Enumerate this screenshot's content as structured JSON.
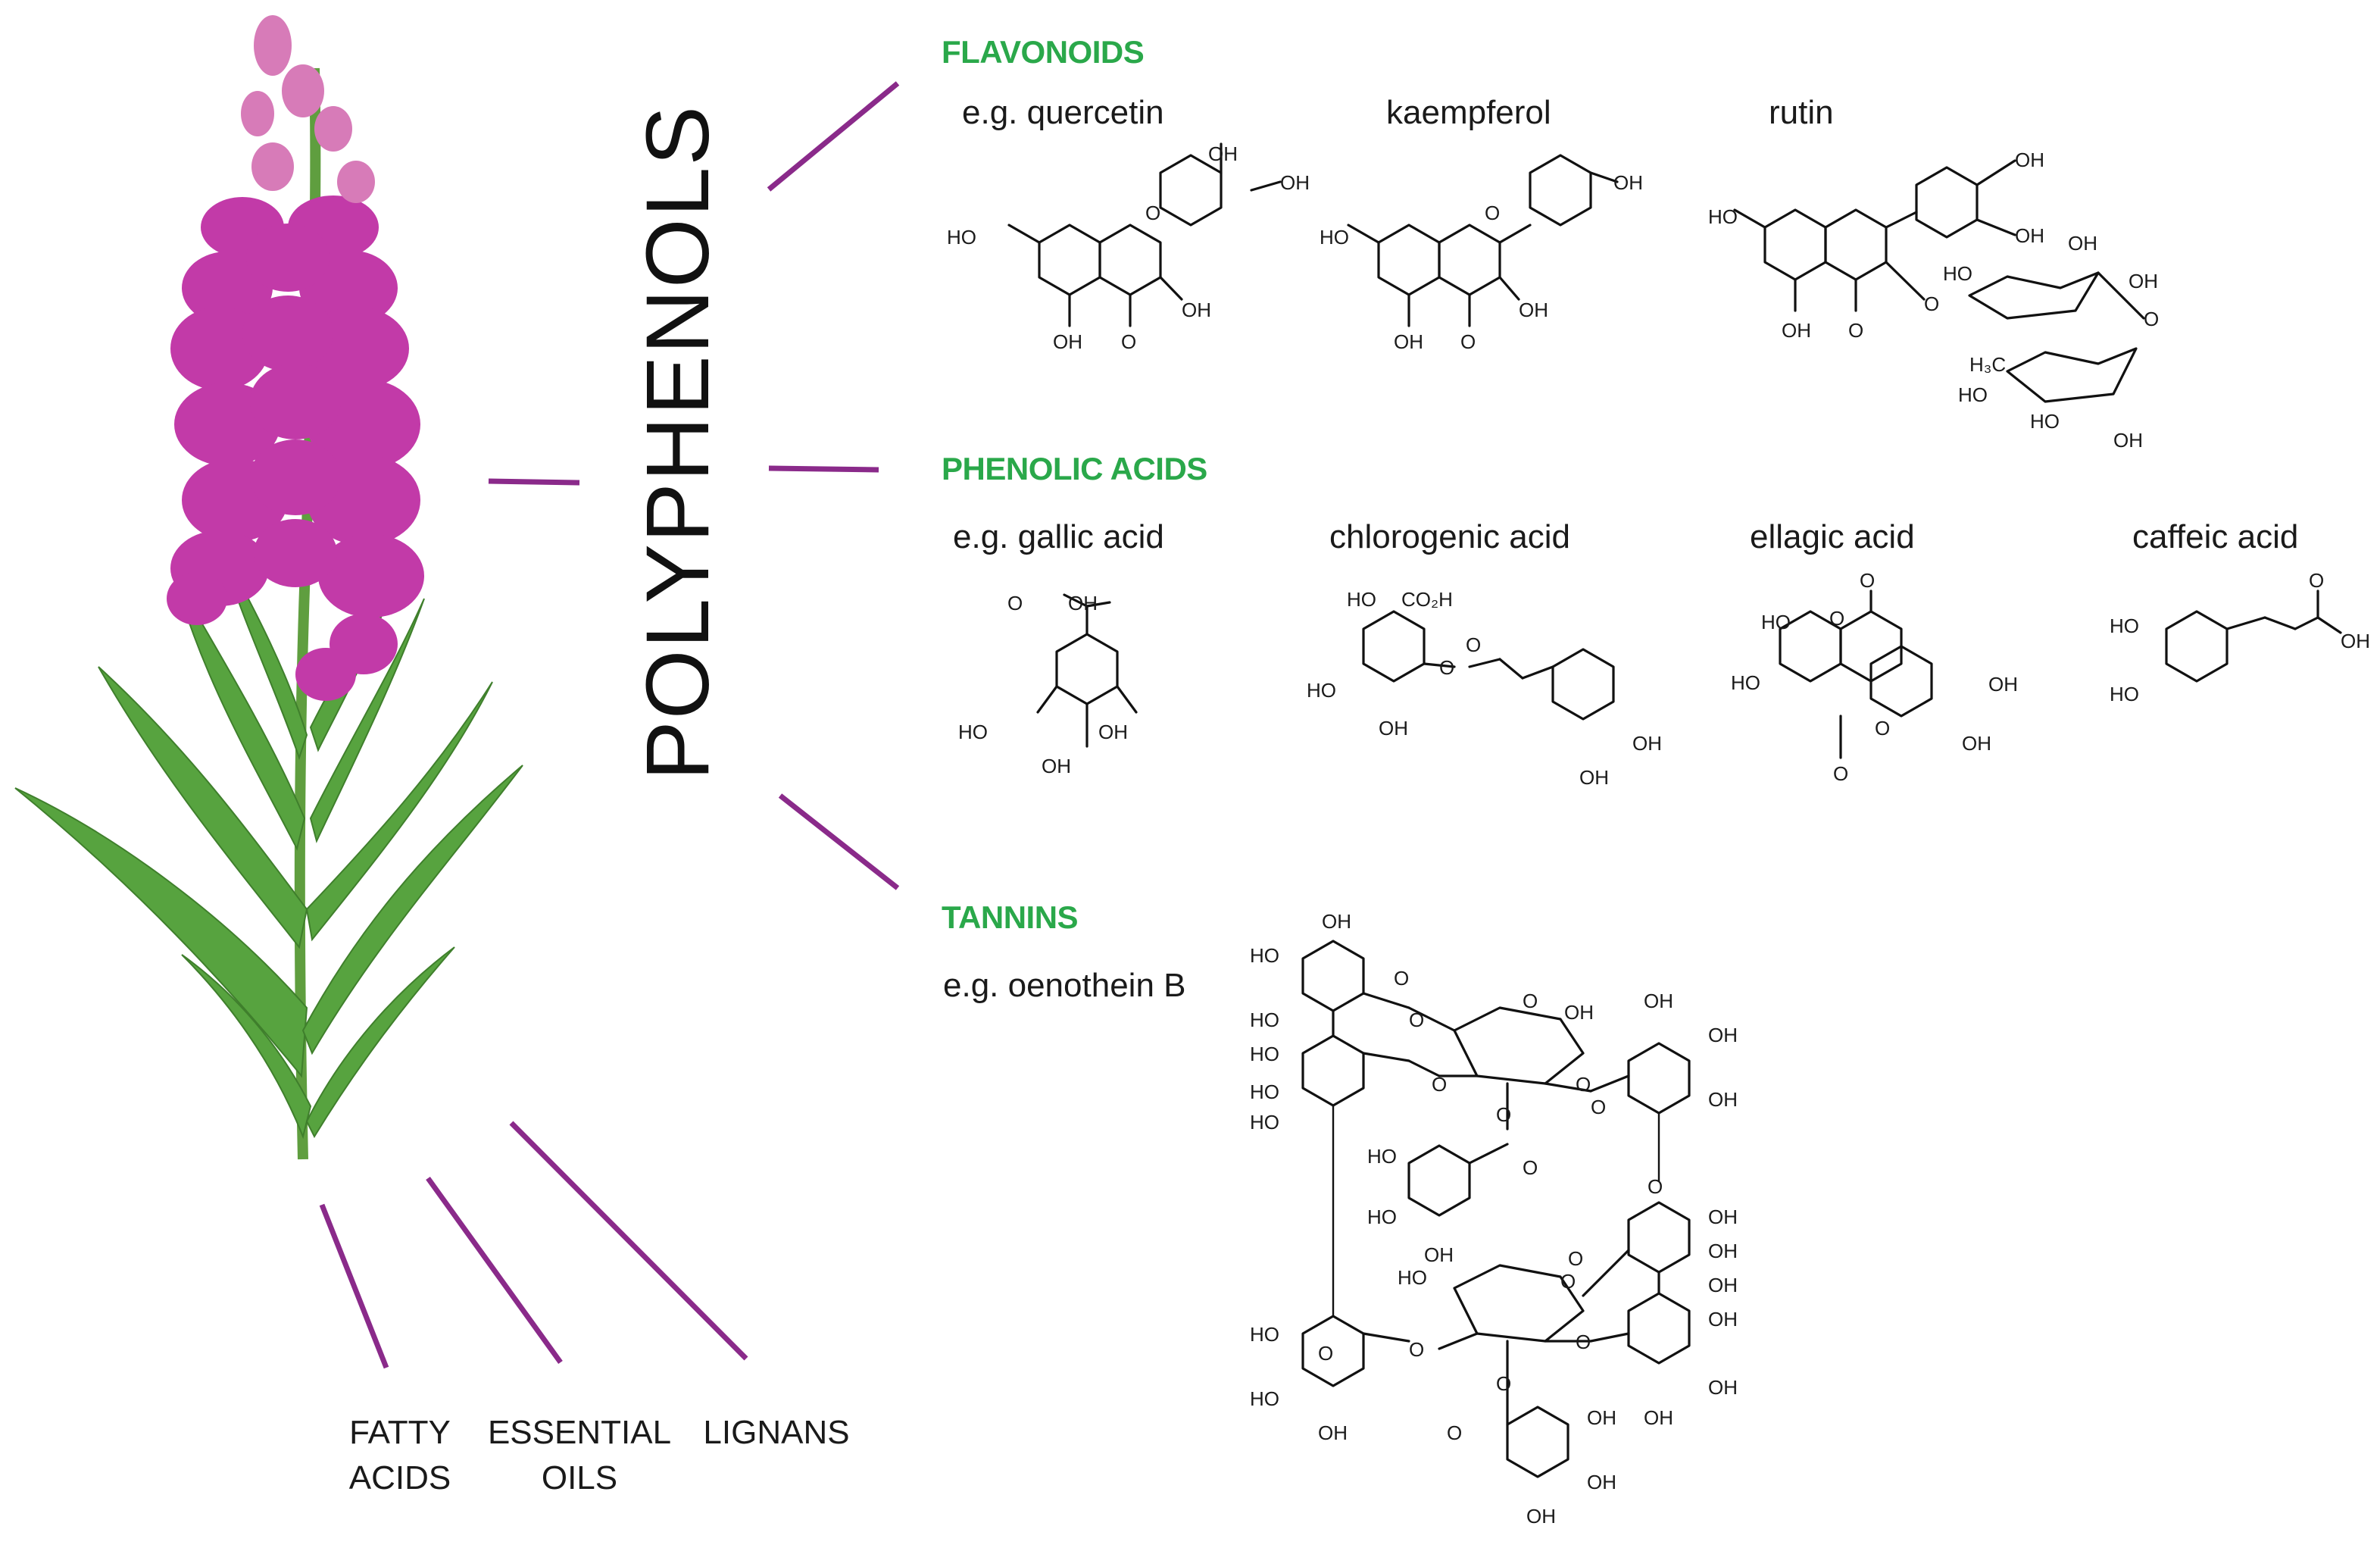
{
  "title": "POLYPHENOLS",
  "colors": {
    "connector": "#8a2a8a",
    "heading": "#2aa84a",
    "flower": "#c23aa8",
    "leaf": "#4f9d3a"
  },
  "groups": {
    "flavonoids": {
      "heading": "FLAVONOIDS",
      "compounds": [
        "e.g. quercetin",
        "kaempferol",
        "rutin"
      ]
    },
    "phenolic_acids": {
      "heading": "PHENOLIC ACIDS",
      "compounds": [
        "e.g. gallic acid",
        "chlorogenic acid",
        "ellagic acid",
        "caffeic acid"
      ]
    },
    "tannins": {
      "heading": "TANNINS",
      "compounds": [
        "e.g. oenothein B"
      ]
    }
  },
  "other_classes": [
    {
      "line1": "FATTY",
      "line2": "ACIDS"
    },
    {
      "line1": "ESSENTIAL",
      "line2": "OILS"
    },
    {
      "line1": "LIGNANS",
      "line2": ""
    }
  ],
  "atoms": {
    "oh": "OH",
    "ho": "HO",
    "o": "O",
    "co2h": "CO₂H",
    "h3c": "H₃C"
  }
}
